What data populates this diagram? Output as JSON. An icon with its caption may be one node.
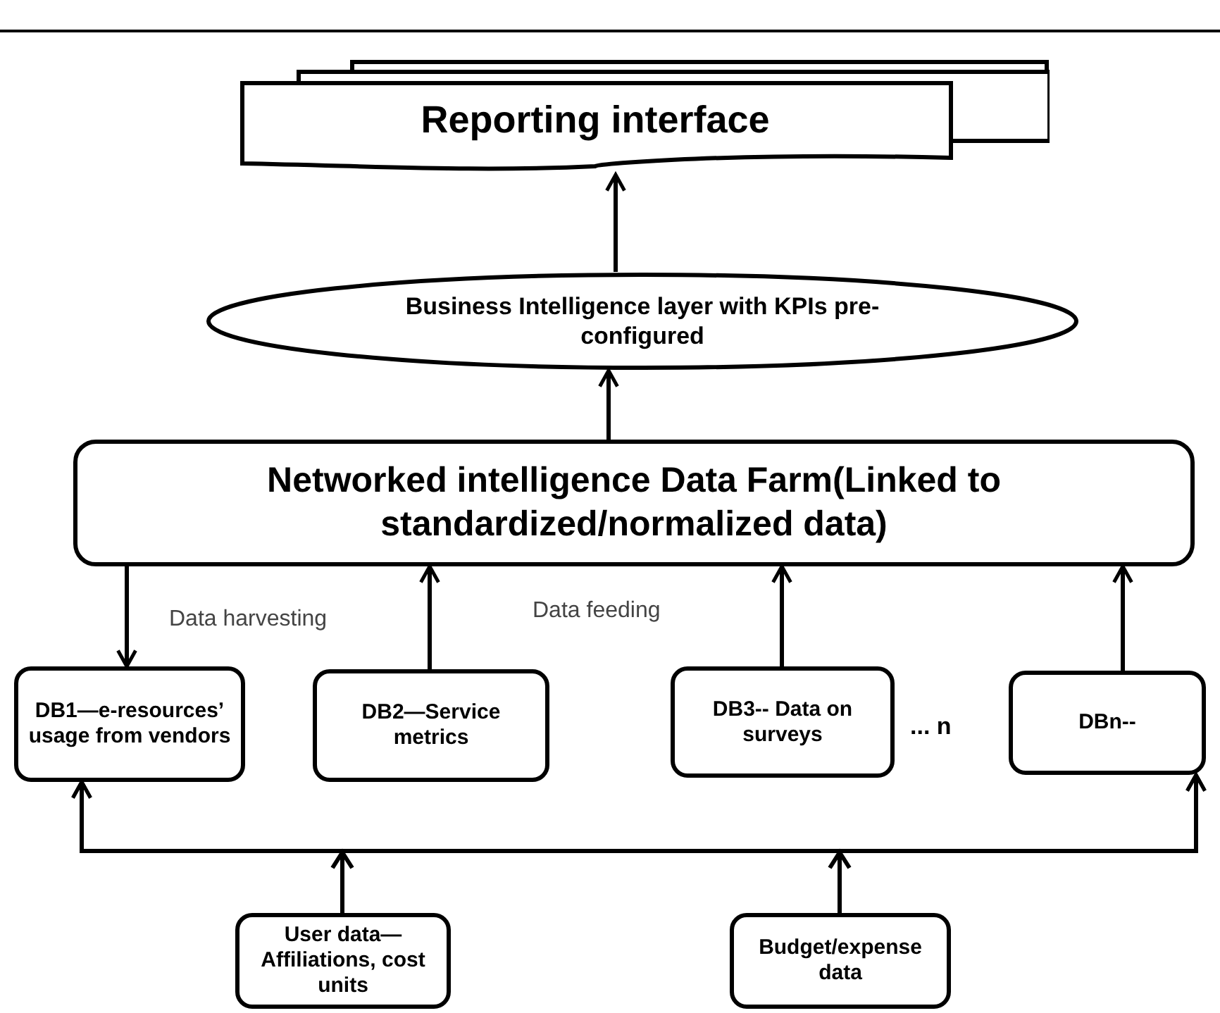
{
  "diagram": {
    "nodes": [
      {
        "text": [
          "Reporting interface"
        ]
      },
      {
        "text": [
          "Business Intelligence layer with KPIs pre-configured"
        ]
      },
      {
        "text": [
          "Networked intelligence Data Farm(Linked to standardized/normalized data)"
        ]
      },
      {
        "text": [
          "DB1—e-resources’ usage from vendors"
        ]
      },
      {
        "text": [
          "DB2—Service metrics"
        ]
      },
      {
        "text": [
          "DB3-- Data on surveys"
        ]
      },
      {
        "text": [
          "DBn--"
        ]
      },
      {
        "text": [
          "User data—Affiliations, cost units"
        ]
      },
      {
        "text": [
          "Budget/expense data"
        ]
      }
    ],
    "edges": [
      {
        "from": 1,
        "to": 0,
        "arrow": "to"
      },
      {
        "from": 2,
        "to": 1,
        "arrow": "to"
      },
      {
        "from": 2,
        "to": 3,
        "arrow": "to"
      },
      {
        "from": 4,
        "to": 2,
        "arrow": "to"
      },
      {
        "from": 5,
        "to": 2,
        "arrow": "to"
      },
      {
        "from": 6,
        "to": 2,
        "arrow": "to"
      },
      {
        "from": 7,
        "to": 3,
        "arrow": "to"
      },
      {
        "from": 7,
        "to": 6,
        "arrow": "to"
      },
      {
        "from": 8,
        "to": 3,
        "arrow": "to"
      },
      {
        "from": 8,
        "to": 6,
        "arrow": "to"
      }
    ],
    "labels": [
      "Data harvesting",
      "Data feeding",
      "... n"
    ]
  }
}
